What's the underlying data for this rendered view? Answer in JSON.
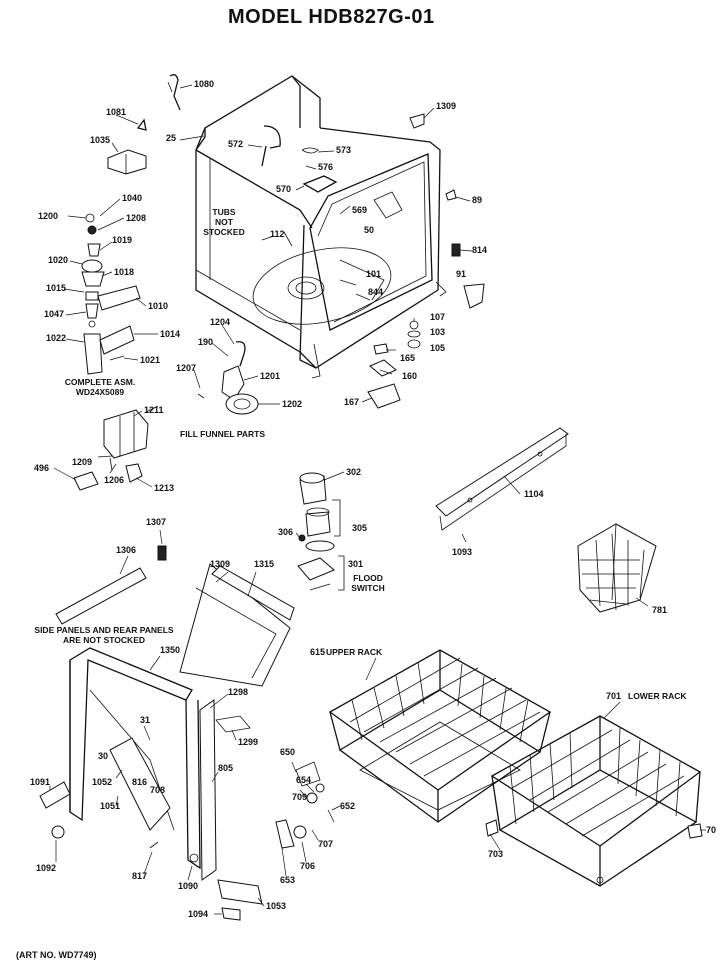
{
  "title": "MODEL HDB827G-01",
  "notes": {
    "tubs_not_stocked": [
      "TUBS",
      "NOT",
      "STOCKED"
    ],
    "complete_asm": [
      "COMPLETE ASM.",
      "WD24X5089"
    ],
    "fill_funnel_parts": "FILL FUNNEL PARTS",
    "flood_switch": [
      "FLOOD",
      "SWITCH"
    ],
    "side_panels": [
      "SIDE PANELS AND REAR PANELS",
      "ARE NOT STOCKED"
    ],
    "upper_rack": "UPPER RACK",
    "lower_rack": "LOWER RACK",
    "art_no": "(ART NO. WD7749)"
  },
  "part_labels": {
    "p1080": "1080",
    "p1081": "1081",
    "p1035": "1035",
    "p25": "25",
    "p572": "572",
    "p573": "573",
    "p576": "576",
    "p570": "570",
    "p1309": "1309",
    "p89": "89",
    "p569": "569",
    "p50": "50",
    "p814": "814",
    "p91": "91",
    "p112": "112",
    "p101": "101",
    "p844": "844",
    "p107": "107",
    "p103": "103",
    "p105": "105",
    "p165": "165",
    "p160": "160",
    "p167": "167",
    "p1200": "1200",
    "p1040": "1040",
    "p1208": "1208",
    "p1019": "1019",
    "p1020": "1020",
    "p1018": "1018",
    "p1015": "1015",
    "p1010": "1010",
    "p1047": "1047",
    "p1022": "1022",
    "p1014": "1014",
    "p1021": "1021",
    "p1204": "1204",
    "p190": "190",
    "p1207": "1207",
    "p1201": "1201",
    "p1202": "1202",
    "p1211": "1211",
    "p1209": "1209",
    "p496": "496",
    "p1206": "1206",
    "p1213": "1213",
    "p302": "302",
    "p306": "306",
    "p305": "305",
    "p301": "301",
    "p1104": "1104",
    "p1093": "1093",
    "p781": "781",
    "p1307": "1307",
    "p1306": "1306",
    "p1309b": "1309",
    "p1315": "1315",
    "p1350": "1350",
    "p615": "615",
    "p701": "701",
    "p1298": "1298",
    "p1299": "1299",
    "p31": "31",
    "p30": "30",
    "p1052": "1052",
    "p816": "816",
    "p708": "708",
    "p1051": "1051",
    "p805": "805",
    "p1091": "1091",
    "p1092": "1092",
    "p817": "817",
    "p1090": "1090",
    "p650": "650",
    "p654": "654",
    "p709": "709",
    "p652": "652",
    "p707": "707",
    "p706": "706",
    "p653": "653",
    "p1053": "1053",
    "p1094": "1094",
    "p703": "703",
    "p70": "70"
  }
}
